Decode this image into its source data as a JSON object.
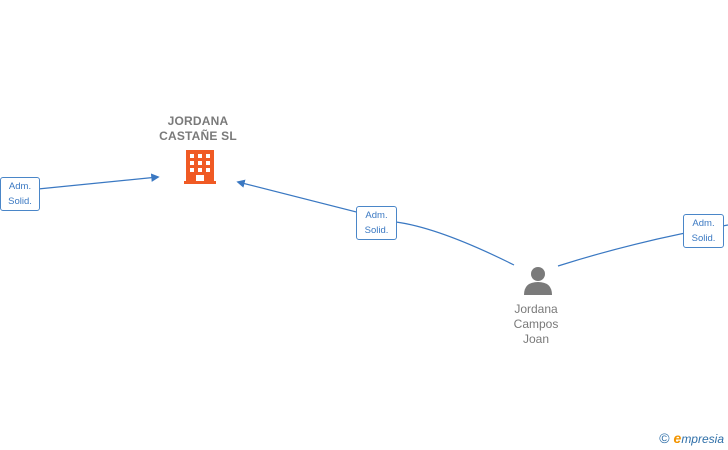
{
  "company": {
    "name_line1": "JORDANA",
    "name_line2": "CASTAÑE  SL",
    "icon": "building-icon",
    "color": "#f05a24"
  },
  "person": {
    "name_line1": "Jordana",
    "name_line2": "Campos",
    "name_line3": "Joan",
    "icon": "person-icon",
    "color": "#7a7a7a"
  },
  "relations": [
    {
      "line1": "Adm.",
      "line2": "Solid."
    },
    {
      "line1": "Adm.",
      "line2": "Solid."
    },
    {
      "line1": "Adm.",
      "line2": "Solid."
    }
  ],
  "colors": {
    "edge": "#3a78c2",
    "text": "#7a7a7a"
  },
  "watermark": {
    "copyright": "©",
    "brand_initial": "e",
    "brand_rest": "mpresia"
  }
}
